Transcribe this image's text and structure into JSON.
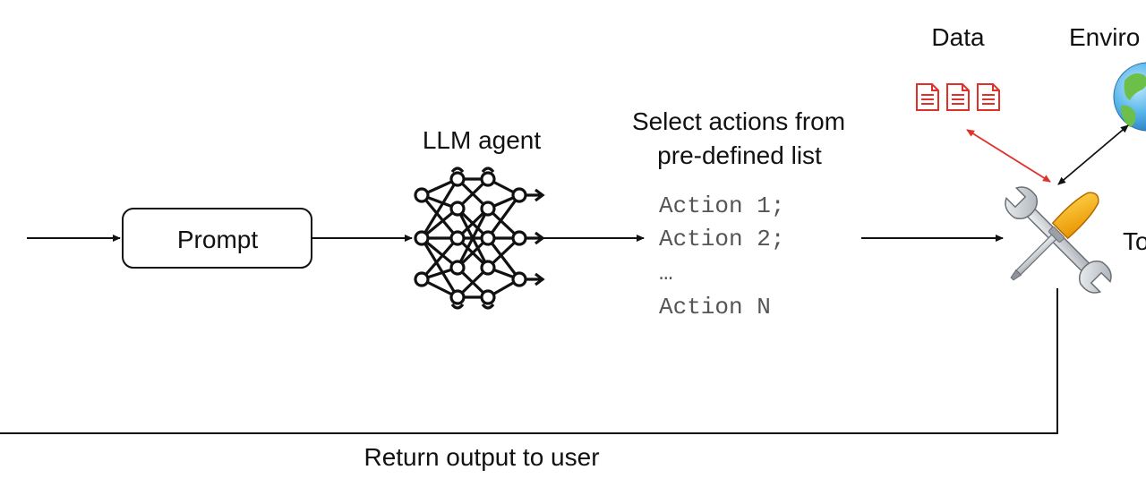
{
  "diagram": {
    "prompt_label": "Prompt",
    "llm_agent_label": "LLM agent",
    "select_title_line1": "Select actions from",
    "select_title_line2": "pre-defined list",
    "actions": [
      "Action 1;",
      "Action 2;",
      "…",
      "Action N"
    ],
    "data_label": "Data",
    "environment_label": "Enviro",
    "tools_label": "To",
    "return_label": "Return output to user"
  },
  "colors": {
    "data_red": "#e0302a",
    "arrow_black": "#111111",
    "tool_handle": "#f2a900",
    "tool_metal": "#c9cdd1",
    "globe_ocean": "#58b6ea",
    "globe_land": "#6cc04a"
  },
  "icons": {
    "data": "document-icon",
    "environment": "globe-icon",
    "tools": "wrench-screwdriver-icon",
    "agent": "neural-network-icon"
  }
}
